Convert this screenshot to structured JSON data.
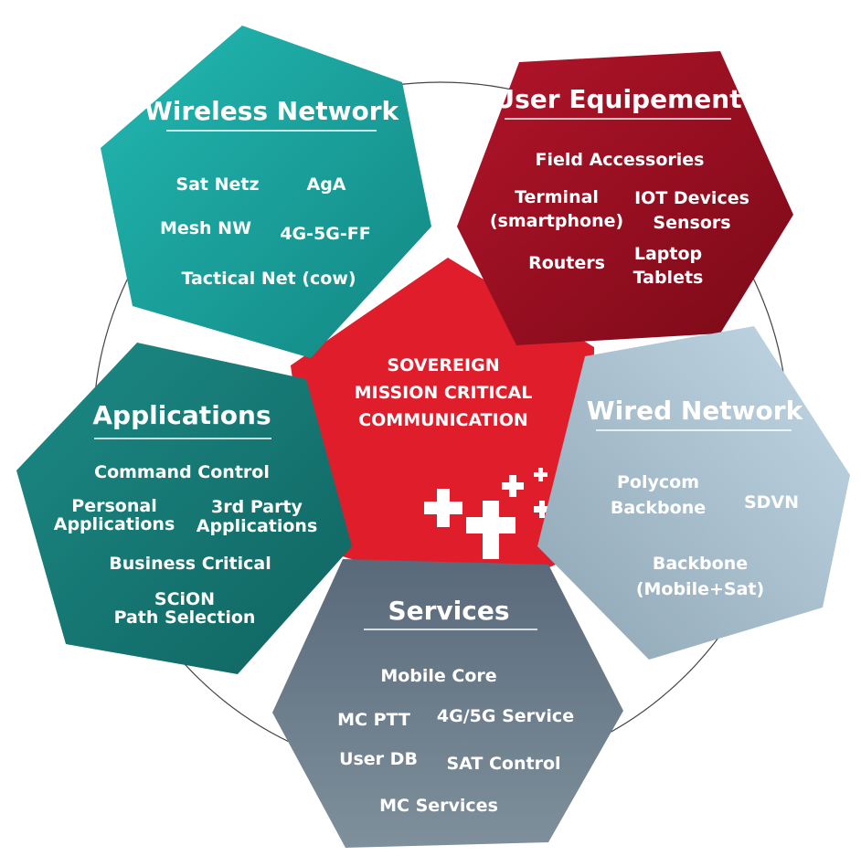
{
  "colors": {
    "wireless": "#1a9e9a",
    "user_equipment": "#9e0f22",
    "center": "#e01e2b",
    "applications": "#137570",
    "wired": "#a9c0cf",
    "services": "#647683"
  },
  "center": {
    "lines": [
      "SOVEREIGN",
      "MISSION CRITICAL",
      "COMMUNICATION"
    ]
  },
  "wireless": {
    "title": "Wireless Network",
    "items": [
      "Sat Netz",
      "AgA",
      "Mesh NW",
      "4G-5G-FF",
      "Tactical Net (cow)"
    ]
  },
  "user_equipment": {
    "title": "User Equipement",
    "items": [
      "Field Accessories",
      "Terminal",
      "(smartphone)",
      "IOT Devices",
      "Sensors",
      "Routers",
      "Laptop",
      "Tablets"
    ]
  },
  "applications": {
    "title": "Applications",
    "items": [
      "Command Control",
      "Personal",
      "Applications",
      "3rd Party",
      "Applications",
      "Business Critical",
      "SCiON",
      "Path Selection"
    ]
  },
  "wired": {
    "title": "Wired Network",
    "items": [
      "Polycom",
      "Backbone",
      "SDVN",
      "Backbone",
      "(Mobile+Sat)"
    ]
  },
  "services": {
    "title": "Services",
    "items": [
      "Mobile Core",
      "MC PTT",
      "4G/5G Service",
      "User DB",
      "SAT Control",
      "MC Services"
    ]
  }
}
